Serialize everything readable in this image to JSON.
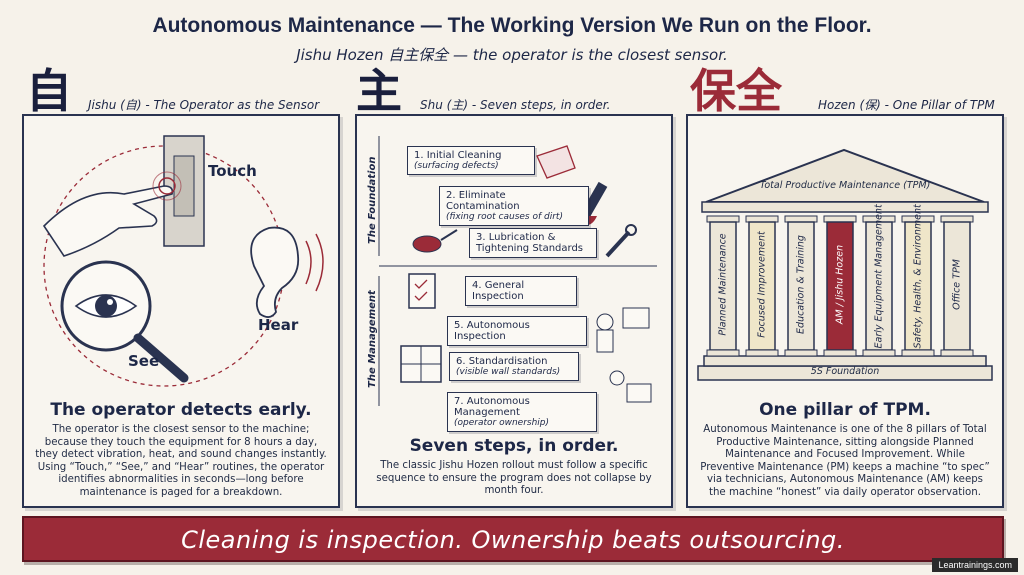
{
  "header": {
    "title": "Autonomous Maintenance — The Working Version We Run on the Floor.",
    "subtitle": "Jishu Hozen 自主保全 — the operator is the closest sensor."
  },
  "panel1": {
    "kanji": "自",
    "heading": "Jishu (自) - The Operator as the Sensor",
    "labels": {
      "touch": "Touch",
      "hear": "Hear",
      "see": "See"
    },
    "title": "The operator detects early.",
    "body": "The operator is the closest sensor to the machine; because they touch the equipment for 8 hours a day, they detect vibration, heat, and sound changes instantly. Using “Touch,” “See,” and “Hear” routines, the operator identifies abnormalities in seconds—long before maintenance is paged for a breakdown."
  },
  "panel2": {
    "kanji": "主",
    "heading": "Shu (主) - Seven steps, in order.",
    "group_foundation": "The Foundation",
    "group_management": "The Management",
    "steps": [
      {
        "label": "1. Initial Cleaning",
        "sub": "(surfacing defects)"
      },
      {
        "label": "2. Eliminate Contamination",
        "sub": "(fixing root causes of dirt)"
      },
      {
        "label": "3. Lubrication & Tightening Standards",
        "sub": ""
      },
      {
        "label": "4. General Inspection",
        "sub": ""
      },
      {
        "label": "5. Autonomous Inspection",
        "sub": ""
      },
      {
        "label": "6. Standardisation",
        "sub": "(visible wall standards)"
      },
      {
        "label": "7. Autonomous Management",
        "sub": "(operator ownership)"
      }
    ],
    "title": "Seven steps, in order.",
    "body": "The classic Jishu Hozen rollout must follow a specific sequence to ensure the program does not collapse by month four."
  },
  "panel3": {
    "kanji": "保全",
    "heading": "Hozen (保) - One Pillar of TPM",
    "roof": "Total Productive Maintenance (TPM)",
    "pillars": [
      {
        "label": "Planned Maintenance",
        "color": "#ece6d8"
      },
      {
        "label": "Focused Improvement",
        "color": "#efe6c9"
      },
      {
        "label": "Education & Training",
        "color": "#ece6d8"
      },
      {
        "label": "AM / Jishu Hozen",
        "color": "#9b2b38"
      },
      {
        "label": "Early Equipment Management",
        "color": "#ece6d8"
      },
      {
        "label": "Safety, Health, & Environment",
        "color": "#efe6c9"
      },
      {
        "label": "Office TPM",
        "color": "#ece6d8"
      }
    ],
    "foundation": "5S Foundation",
    "title": "One pillar of TPM.",
    "body": "Autonomous Maintenance is one of the 8 pillars of Total Productive Maintenance, sitting alongside Planned Maintenance and Focused Improvement. While Preventive Maintenance (PM) keeps a machine “to spec” via technicians, Autonomous Maintenance (AM) keeps the machine “honest” via daily operator observation."
  },
  "banner": {
    "text": "Cleaning is inspection. Ownership beats outsourcing."
  },
  "credit": "Leantrainings.com",
  "colors": {
    "navy": "#1d2747",
    "accent": "#9b2b38",
    "paper": "#f6f2ea"
  }
}
